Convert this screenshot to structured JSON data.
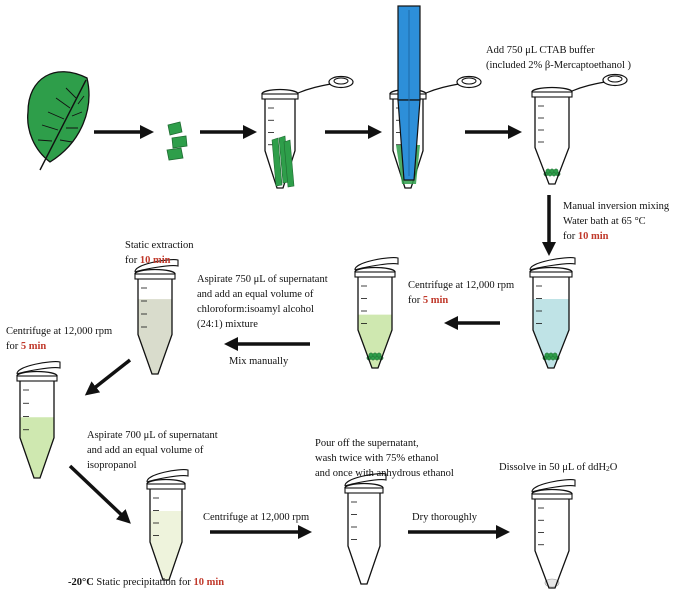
{
  "colors": {
    "highlight": "#c0392b",
    "leaf": "#2e9e4a",
    "leaf_dark": "#1f6b32",
    "pestle": "#2d8fd9",
    "ctab_liquid": "#bfe3e6",
    "green_liquid": "#cfe8b0",
    "pale_liquid": "#d9dccc",
    "very_pale_liquid": "#eef3dc",
    "arrow": "#111111"
  },
  "icons": [
    "leaf-icon",
    "leaf-strips-icon",
    "tube-icon",
    "pestle-icon",
    "arrow-icon"
  ],
  "steps": {
    "add_ctab": {
      "line1": "Add 750 μL CTAB buffer",
      "line2": "(included 2% β-Mercaptoethanol )"
    },
    "inversion": {
      "line1": "Manual inversion mixing",
      "line2": "Water bath at 65 °C",
      "line3_prefix": "for ",
      "line3_highlight": "10 min"
    },
    "centrifuge1": {
      "line1": "Centrifuge at 12,000 rpm",
      "line2_prefix": "for ",
      "line2_highlight": "5 min"
    },
    "aspirate750": {
      "line1": "Aspirate 750 μL of supernatant",
      "line2": "and add an equal volume of",
      "line3": "chloroform:isoamyl alcohol",
      "line4": "(24:1) mixture"
    },
    "mix_manually": "Mix manually",
    "static_extraction": {
      "line1": "Static extraction",
      "line2_prefix": "for ",
      "line2_highlight": "10 min"
    },
    "centrifuge2": {
      "line1": "Centrifuge at 12,000 rpm",
      "line2_prefix": "for ",
      "line2_highlight": "5 min"
    },
    "aspirate700": {
      "line1": "Aspirate 700 μL of supernatant",
      "line2": "and add an equal volume of",
      "line3": "isopropanol"
    },
    "precipitation": {
      "temp": "-20°C",
      "text": " Static precipitation for ",
      "highlight": "10 min"
    },
    "centrifuge3": "Centrifuge at 12,000 rpm",
    "wash": {
      "line1": "Pour off the supernatant,",
      "line2": "wash twice with 75% ethanol",
      "line3": "and once with anhydrous ethanol"
    },
    "dry": "Dry thoroughly",
    "dissolve": {
      "prefix": "Dissolve in 50 μL of  ddH",
      "subscript": "2",
      "suffix": "O"
    }
  }
}
